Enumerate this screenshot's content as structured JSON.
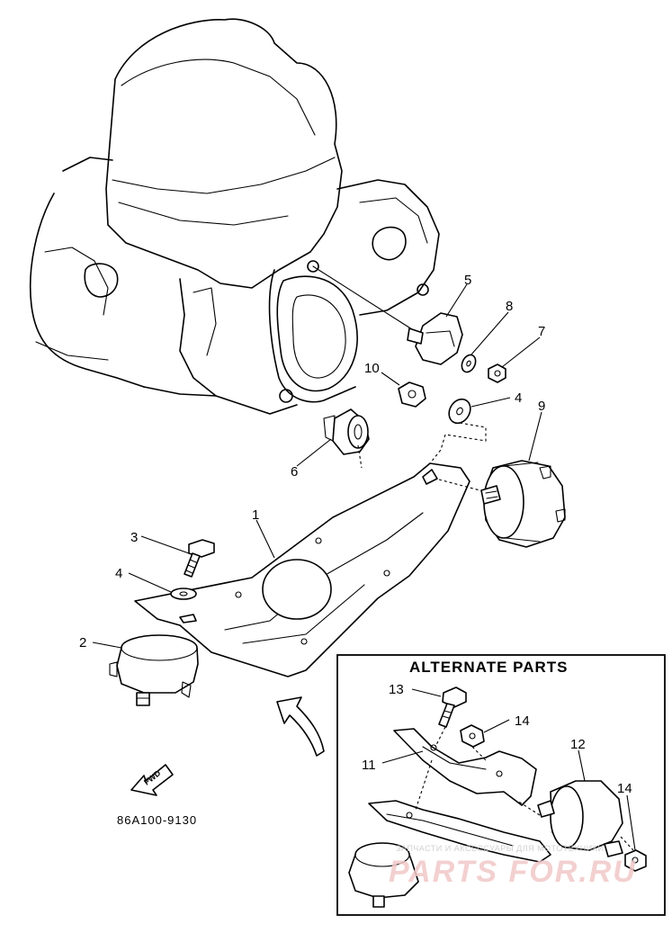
{
  "callouts": {
    "c1": "1",
    "c2": "2",
    "c3": "3",
    "c4a": "4",
    "c4b": "4",
    "c5": "5",
    "c6": "6",
    "c7": "7",
    "c8": "8",
    "c9": "9",
    "c10": "10",
    "c11": "11",
    "c12": "12",
    "c13": "13",
    "c14a": "14",
    "c14b": "14"
  },
  "alternate_parts": {
    "title": "ALTERNATE PARTS"
  },
  "fwd_label": "FWD",
  "diagram_code": "86A100-9130",
  "watermark": {
    "small": "ЗАПЧАСТИ И АКСЕССУАРЫ ДЛЯ МОТОТЕХНИКИ",
    "big": "PARTS FOR.RU"
  }
}
